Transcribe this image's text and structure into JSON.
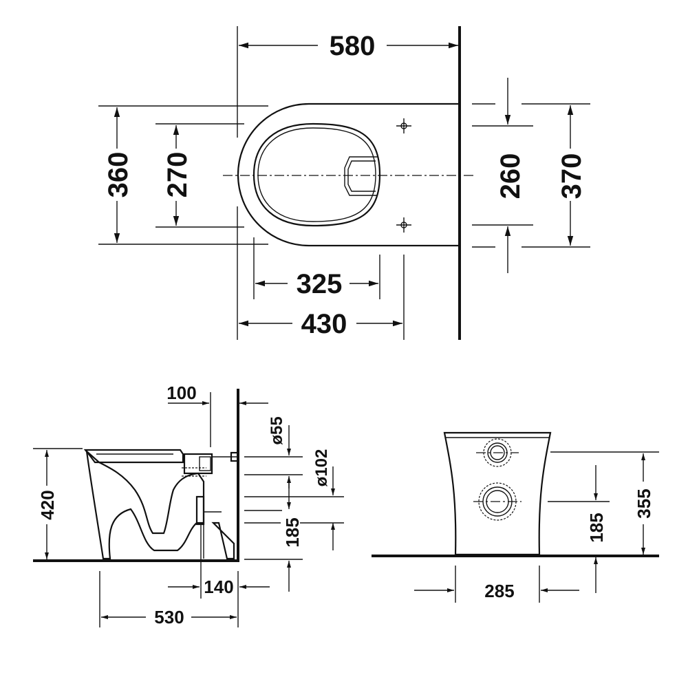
{
  "top_view": {
    "overall_length": "580",
    "overall_width": "360",
    "seat_width": "270",
    "bowl_length": "325",
    "fixing_distance": "430",
    "fixing_spacing": "260",
    "rear_width": "370"
  },
  "side_view": {
    "height": "420",
    "wall_offset": "100",
    "inlet_diameter": "ø55",
    "outlet_diameter": "ø102",
    "outlet_height": "185",
    "outlet_depth": "140",
    "total_depth": "530"
  },
  "rear_view": {
    "height": "355",
    "outlet_height": "185",
    "base_width": "285"
  }
}
